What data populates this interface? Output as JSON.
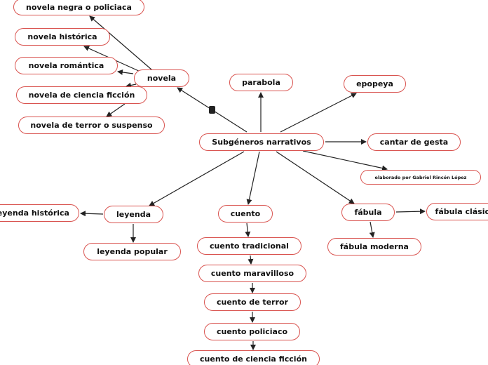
{
  "colors": {
    "node_border": "#d9534f",
    "edge": "#222222",
    "text": "#111111"
  },
  "nodes": {
    "root": "Subgéneros narrativos",
    "novela": "novela",
    "novela_negra": "novela negra o policiaca",
    "novela_historica": "novela histórica",
    "novela_romantica": "novela romántica",
    "novela_ciencia": "novela de ciencia ficción",
    "novela_terror": "novela de terror o suspenso",
    "parabola": "parabola",
    "epopeya": "epopeya",
    "cantar": "cantar de gesta",
    "autor": "elaborado por Gabriel Rincón López",
    "leyenda": "leyenda",
    "leyenda_historica": "leyenda histórica",
    "leyenda_popular": "leyenda  popular",
    "cuento": "cuento",
    "cuento_tradicional": "cuento tradicional",
    "cuento_maravilloso": "cuento maravilloso",
    "cuento_terror": "cuento de terror",
    "cuento_policiaco": "cuento policiaco",
    "cuento_ciencia": "cuento de ciencia ficción",
    "fabula": "fábula",
    "fabula_clasica": "fábula clásica",
    "fabula_moderna": "fábula moderna"
  }
}
